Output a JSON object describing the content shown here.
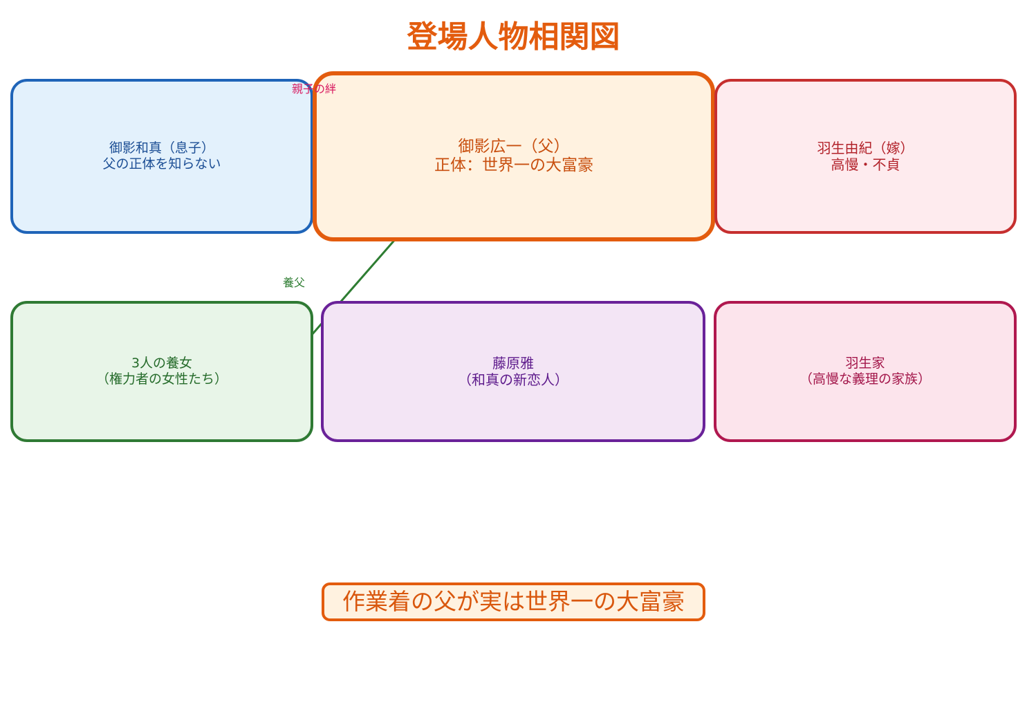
{
  "title": "登場人物相関図",
  "colors": {
    "title": "#e35c0e",
    "bond_arrow": "#d81b60",
    "adopt_arrow": "#2e7d32"
  },
  "nodes": {
    "kazuma": {
      "lines": [
        "御影和真（息子）",
        "父の正体を知らない"
      ]
    },
    "koichi": {
      "lines": [
        "御影広一（父）",
        "正体：世界一の大富豪"
      ]
    },
    "yuki": {
      "lines": [
        "羽生由紀（嫁）",
        "高慢・不貞"
      ]
    },
    "adopted_daughters": {
      "lines": [
        "3人の養女",
        "（権力者の女性たち）"
      ]
    },
    "miyabi": {
      "lines": [
        "藤原雅",
        "（和真の新恋人）"
      ]
    },
    "habu_family": {
      "lines": [
        "羽生家",
        "（高慢な義理の家族）"
      ]
    }
  },
  "edges": {
    "bond": {
      "label": "親子の絆",
      "from": "kazuma",
      "to": "koichi",
      "direction": "both"
    },
    "adoption": {
      "label": "養父",
      "from": "koichi",
      "to": "adopted_daughters",
      "direction": "forward"
    }
  },
  "banner": "作業着の父が実は世界一の大富豪"
}
